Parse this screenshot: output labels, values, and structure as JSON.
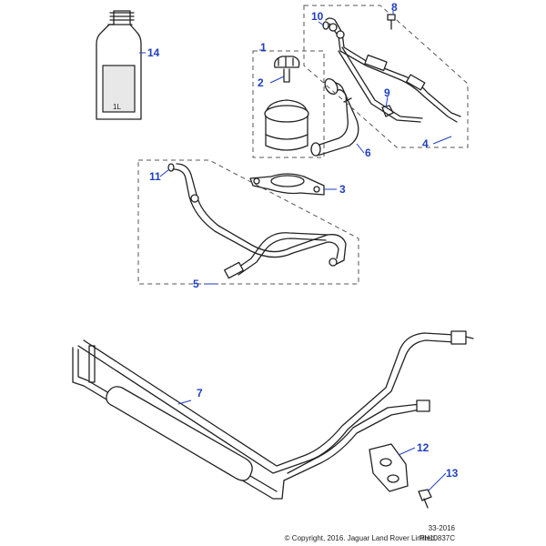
{
  "callouts": [
    {
      "id": "1",
      "label": "1"
    },
    {
      "id": "2",
      "label": "2"
    },
    {
      "id": "3",
      "label": "3"
    },
    {
      "id": "4",
      "label": "4"
    },
    {
      "id": "5",
      "label": "5"
    },
    {
      "id": "6",
      "label": "6"
    },
    {
      "id": "7",
      "label": "7"
    },
    {
      "id": "8",
      "label": "8"
    },
    {
      "id": "9",
      "label": "9"
    },
    {
      "id": "10",
      "label": "10"
    },
    {
      "id": "11",
      "label": "11"
    },
    {
      "id": "12",
      "label": "12"
    },
    {
      "id": "13",
      "label": "13"
    },
    {
      "id": "14",
      "label": "14"
    }
  ],
  "bottle_label": "1L",
  "footer": {
    "copyright": "© Copyright, 2016. Jaguar Land Rover Limited.",
    "code_date": "33-2016",
    "code_ref": "PH10837C"
  },
  "colors": {
    "callout": "#1f3fbf",
    "line": "#222222"
  }
}
